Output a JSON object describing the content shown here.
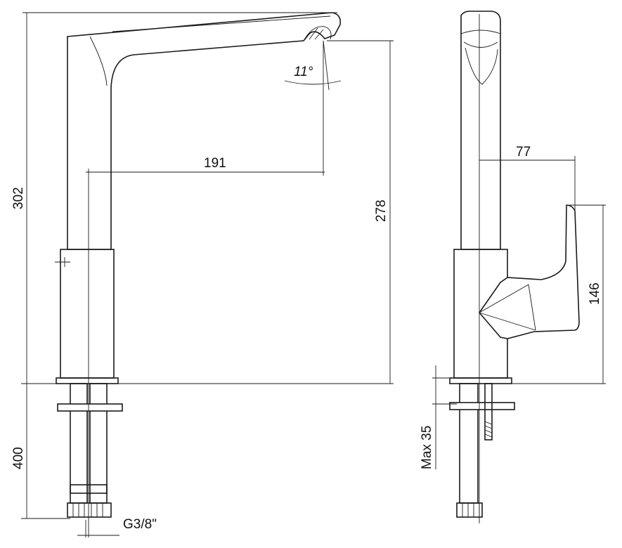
{
  "dimensions": {
    "total_height": "302",
    "spout_height": "278",
    "spout_reach": "191",
    "spout_angle": "11°",
    "handle_offset": "77",
    "handle_height": "146",
    "hose_length": "400",
    "max_deck_thickness": "Max 35",
    "thread": "G3/8\""
  }
}
